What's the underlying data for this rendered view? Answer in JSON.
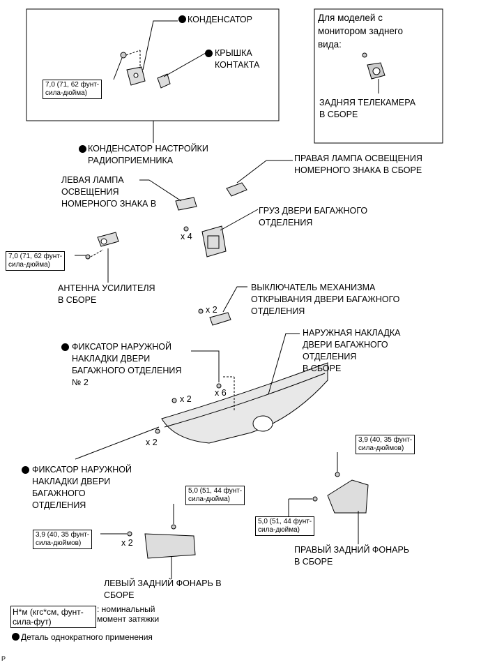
{
  "inset_top_left": {
    "condenser": "КОНДЕНСАТОР",
    "contact_cover": "КРЫШКА\nКОНТАКТА",
    "torque": "7,0 (71, 62 фунт-\nсила-дюйма)"
  },
  "inset_top_right": {
    "title": "Для моделей с\nмонитором заднего\nвида:",
    "camera": "ЗАДНЯЯ ТЕЛЕКАМЕРА\nВ СБОРЕ"
  },
  "labels": {
    "radio_condenser": "КОНДЕНСАТОР НАСТРОЙКИ\nРАДИОПРИЕМНИКА",
    "right_plate_lamp": "ПРАВАЯ ЛАМПА ОСВЕЩЕНИЯ\nНОМЕРНОГО ЗНАКА В СБОРЕ",
    "left_plate_lamp": "ЛЕВАЯ ЛАМПА\nОСВЕЩЕНИЯ\nНОМЕРНОГО ЗНАКА В",
    "door_weight": "ГРУЗ ДВЕРИ БАГАЖНОГО\nОТДЕЛЕНИЯ",
    "antenna_torque": "7,0 (71, 62 фунт-\nсила-дюйма)",
    "antenna": "АНТЕННА УСИЛИТЕЛЯ\nВ СБОРЕ",
    "opener_switch": "ВЫКЛЮЧАТЕЛЬ МЕХАНИЗМА\nОТКРЫВАНИЯ ДВЕРИ БАГАЖНОГО\nОТДЕЛЕНИЯ",
    "clip_no2": "ФИКСАТОР НАРУЖНОЙ\nНАКЛАДКИ ДВЕРИ\nБАГАЖНОГО ОТДЕЛЕНИЯ\n№ 2",
    "garnish": "НАРУЖНАЯ НАКЛАДКА\nДВЕРИ БАГАЖНОГО\nОТДЕЛЕНИЯ\nВ СБОРЕ",
    "clip": "ФИКСАТОР НАРУЖНОЙ\nНАКЛАДКИ ДВЕРИ\nБАГАЖНОГО\nОТДЕЛЕНИЯ",
    "right_lamp_torque_top": "3,9 (40, 35 фунт-\nсила-дюймов)",
    "right_lamp_torque_bottom": "5,0 (51, 44 фунт-\nсила-дюйма)",
    "right_tail_lamp": "ПРАВЫЙ ЗАДНИЙ ФОНАРЬ\nВ СБОРЕ",
    "left_lamp_torque_top": "5,0 (51, 44 фунт-\nсила-дюйма)",
    "left_lamp_torque_bottom": "3,9 (40, 35 фунт-\nсила-дюймов)",
    "left_tail_lamp": "ЛЕВЫЙ ЗАДНИЙ ФОНАРЬ В\nСБОРЕ"
  },
  "multipliers": {
    "weight": "x 4",
    "switch": "x 2",
    "clip_no2": "x 6",
    "garnish_left_top": "x 2",
    "garnish_left_bottom": "x 2",
    "left_lamp": "x 2"
  },
  "legend": {
    "unit": "Н*м (кгс*см, фунт-\nсила-фут)",
    "unit_desc": ": номинальный\nмомент затяжки",
    "single_use": "Деталь однократного применения"
  },
  "footer_code": "P"
}
